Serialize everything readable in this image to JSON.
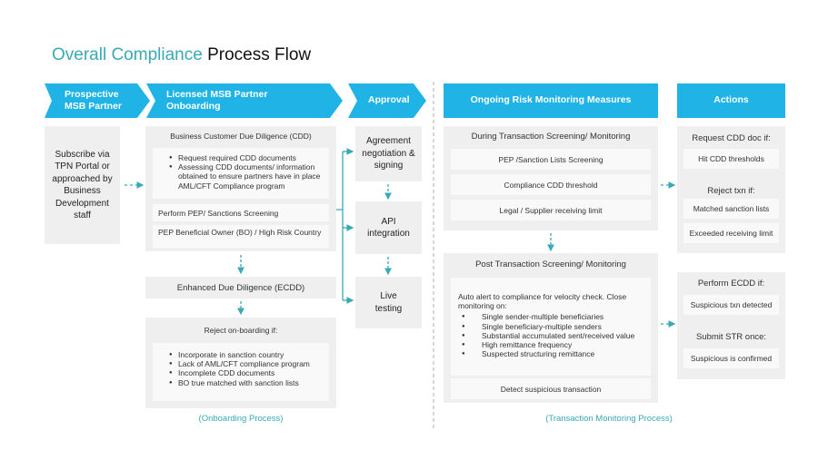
{
  "title": {
    "accent": "Overall Compliance",
    "rest": "Process Flow"
  },
  "colors": {
    "header_blue": "#1fb3e6",
    "teal": "#3aa9b6",
    "panel_gray": "#efefef",
    "card": "#f9f9f9"
  },
  "headers": {
    "prospective": [
      "Prospective",
      "MSB Partner"
    ],
    "onboarding": [
      "Licensed MSB Partner",
      "Onboarding"
    ],
    "approval": "Approval",
    "monitoring": "Ongoing Risk Monitoring Measures",
    "actions": "Actions"
  },
  "prospective": {
    "text": "Subscribe via TPN Portal or approached by Business Development staff"
  },
  "onboarding": {
    "cdd_title": "Business Customer Due Diligence (CDD)",
    "cdd_bullets": [
      "Request required CDD documents",
      "Assessing CDD documents/ information obtained to ensure partners have in place AML/CFT Compliance program"
    ],
    "screening": "Perform PEP/ Sanctions Screening",
    "high_risk": "PEP Beneficial Owner (BO) / High Risk Country",
    "ecdd": "Enhanced Due Diligence (ECDD)",
    "reject_title": "Reject on-boarding if:",
    "reject_bullets": [
      "Incorporate in sanction country",
      "Lack of AML/CFT compliance program",
      "Incomplete CDD documents",
      "BO true matched with sanction lists"
    ],
    "caption": "(Onboarding Process)"
  },
  "approval": {
    "steps": [
      "Agreement negotiation & signing",
      "API integration",
      "Live testing"
    ]
  },
  "monitoring": {
    "during_title": "During Transaction Screening/ Monitoring",
    "during_items": [
      "PEP /Sanction Lists Screening",
      "Compliance CDD threshold",
      "Legal / Supplier receiving limit"
    ],
    "post_title": "Post Transaction Screening/ Monitoring",
    "post_intro": "Auto alert to compliance for velocity check. Close monitoring on:",
    "post_bullets": [
      "Single sender-multiple beneficiaries",
      "Single beneficiary-multiple senders",
      "Substantial accumulated sent/received value",
      "High remittance frequency",
      "Suspected structuring remittance"
    ],
    "detect": "Detect suspicious transaction",
    "caption": "(Transaction Monitoring Process)"
  },
  "actions": {
    "group1": [
      {
        "title": "Request CDD doc if:",
        "items": [
          "Hit CDD thresholds"
        ]
      },
      {
        "title": "Reject txn if:",
        "items": [
          "Matched sanction lists",
          "Exceeded receiving limit"
        ]
      }
    ],
    "group2": [
      {
        "title": "Perform ECDD if:",
        "items": [
          "Suspicious txn detected"
        ]
      },
      {
        "title": "Submit STR once:",
        "items": [
          "Suspicious is confirmed"
        ]
      }
    ]
  }
}
